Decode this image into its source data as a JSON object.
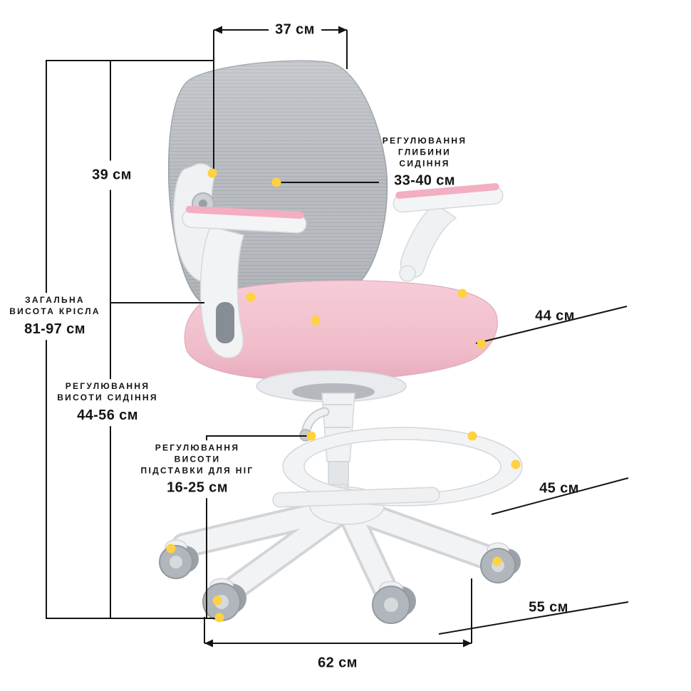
{
  "dimensions": {
    "backrest_width": {
      "value": "37 см"
    },
    "backrest_height": {
      "value": "39 см"
    },
    "total_height": {
      "line1": "ЗАГАЛЬНА",
      "line2": "ВИСОТА КРІСЛА",
      "value": "81-97 см"
    },
    "seat_height": {
      "line1": "РЕГУЛЮВАННЯ",
      "line2": "ВИСОТИ СИДІННЯ",
      "value": "44-56 см"
    },
    "footrest_height": {
      "line1": "РЕГУЛЮВАННЯ",
      "line2": "ВИСОТИ",
      "line3": "ПІДСТАВКИ ДЛЯ НІГ",
      "value": "16-25 см"
    },
    "seat_depth": {
      "line1": "РЕГУЛЮВАННЯ",
      "line2": "ГЛИБИНИ",
      "line3": "СИДІННЯ",
      "value": "33-40 см"
    },
    "seat_width": {
      "value": "44 см"
    },
    "footrest_width": {
      "value": "45 см"
    },
    "base_depth": {
      "value": "55 см"
    },
    "base_width": {
      "value": "62 см"
    }
  },
  "colors": {
    "backrest_mesh": "#b8bcc1",
    "seat_cushion": "#f0bcca",
    "frame_plastic": "#f2f3f5",
    "armrest_accent": "#f3aec2",
    "caster_wheel": "#b0b5bb",
    "caster_accent": "#e2578c",
    "dimension_line": "#141414",
    "measure_dot": "#ffd23f",
    "background": "#ffffff"
  }
}
